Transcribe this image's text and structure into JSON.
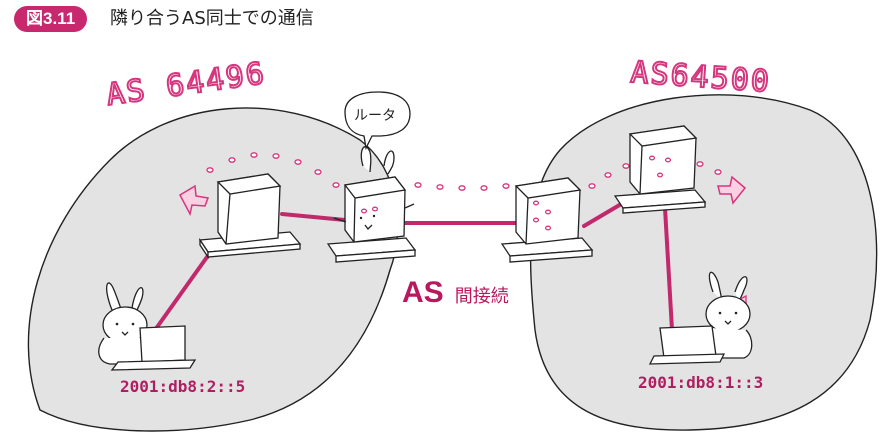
{
  "figure": {
    "number": "図3.11",
    "title": "隣り合うAS同士での通信"
  },
  "left_as": {
    "label": "AS 64496",
    "host_address": "2001:db8:2::5"
  },
  "right_as": {
    "label": "AS64500",
    "host_address": "2001:db8:1::3"
  },
  "router_bubble": "ルータ",
  "connection_label": {
    "as": "AS",
    "rest": "間接続"
  },
  "colors": {
    "accent": "#c8286e",
    "cloud": "#e3e3e3",
    "link": "#c2296c"
  }
}
